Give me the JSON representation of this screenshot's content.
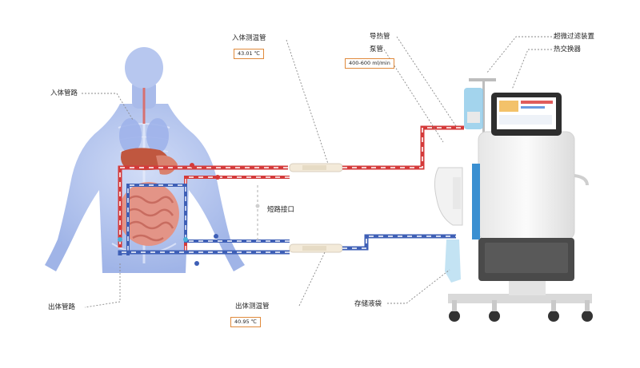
{
  "labels": {
    "inflow_line": "入体管路",
    "inflow_temp_probe": "入体测温管",
    "heat_conduit": "导热管",
    "pump_tube": "泵管",
    "ultrafilter": "超微过滤装置",
    "heat_exchanger": "热交换器",
    "shunt_port": "短路接口",
    "outflow_line": "出体管路",
    "outflow_temp_probe": "出体测温管",
    "storage_bag": "存储液袋"
  },
  "readouts": {
    "inflow_temp": "43.01 ℃",
    "flow_rate": "400-600 ml/min",
    "outflow_temp": "40.95 ℃"
  },
  "colors": {
    "inflow_line": "#d43a3a",
    "outflow_line": "#3e5fb6",
    "callout_box": "#e08a3c"
  }
}
